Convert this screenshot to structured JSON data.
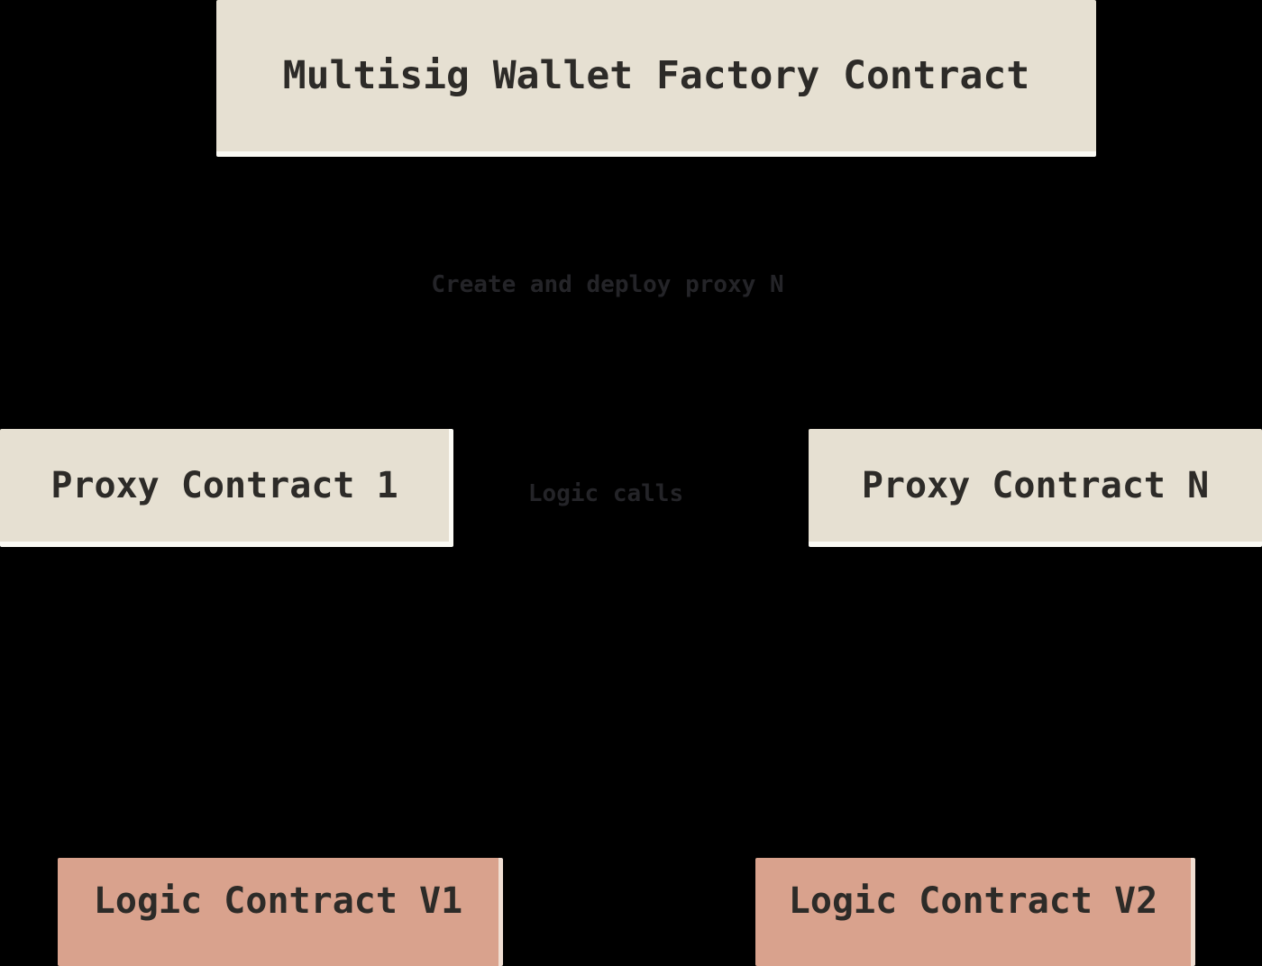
{
  "diagram": {
    "title_hint": "Multisig wallet proxy-factory architecture",
    "background_color": "#000000",
    "palette": {
      "cream_box_fill": "#e6e0d2",
      "cream_box_edge_highlight": "#fbfaf4",
      "salmon_box_fill": "#d9a28d",
      "salmon_box_edge_highlight": "#f0ded2",
      "box_text_color": "#2d2b28",
      "faint_label_color": "#242428"
    },
    "nodes": [
      {
        "id": "factory",
        "label": "Multisig Wallet Factory Contract",
        "style": "cream"
      },
      {
        "id": "proxy-1",
        "label": "Proxy Contract 1",
        "style": "cream"
      },
      {
        "id": "proxy-n",
        "label": "Proxy Contract N",
        "style": "cream"
      },
      {
        "id": "logic-v1",
        "label": "Logic Contract V1",
        "style": "salmon"
      },
      {
        "id": "logic-v2",
        "label": "Logic Contract V2",
        "style": "salmon"
      }
    ],
    "edge_labels": [
      {
        "id": "factory-to-proxies",
        "label": "Create and deploy proxy N",
        "appearance": "faint dark text, barely visible on black"
      },
      {
        "id": "proxy-to-logic",
        "label": "Logic calls",
        "appearance": "faint dark text, barely visible on black"
      }
    ]
  }
}
